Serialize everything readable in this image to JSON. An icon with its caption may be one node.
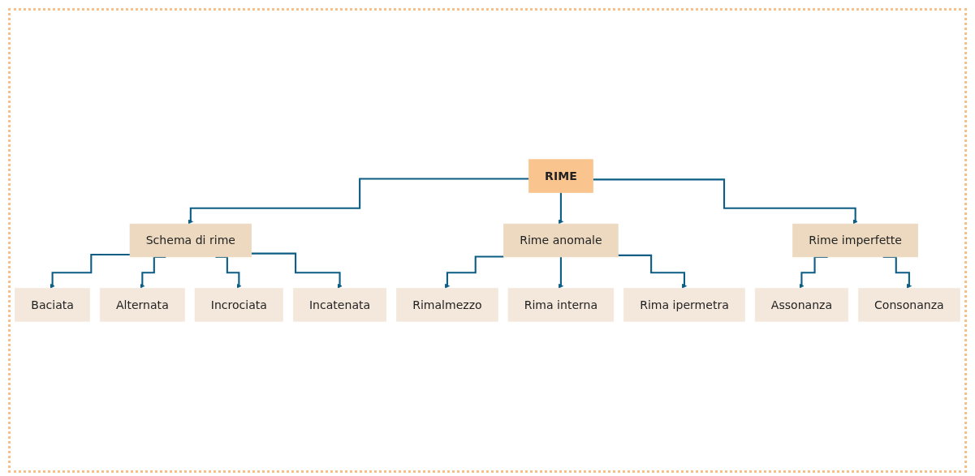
{
  "diagram": {
    "nodes": [
      {
        "text": [
          "RIME"
        ]
      },
      {
        "text": [
          "Schema di rime"
        ]
      },
      {
        "text": [
          "Rime anomale"
        ]
      },
      {
        "text": [
          "Rime imperfette"
        ]
      },
      {
        "text": [
          "Baciata"
        ]
      },
      {
        "text": [
          "Alternata"
        ]
      },
      {
        "text": [
          "Incrociata"
        ]
      },
      {
        "text": [
          "Incatenata"
        ]
      },
      {
        "text": [
          "Rimalmezzo"
        ]
      },
      {
        "text": [
          "Rima interna"
        ]
      },
      {
        "text": [
          "Rima ipermetra"
        ]
      },
      {
        "text": [
          "Assonanza"
        ]
      },
      {
        "text": [
          "Consonanza"
        ]
      }
    ],
    "edges": [
      {
        "from": 0,
        "to": 1,
        "arrow": "to"
      },
      {
        "from": 0,
        "to": 2,
        "arrow": "to"
      },
      {
        "from": 0,
        "to": 3,
        "arrow": "to"
      },
      {
        "from": 1,
        "to": 4,
        "arrow": "to"
      },
      {
        "from": 1,
        "to": 5,
        "arrow": "to"
      },
      {
        "from": 1,
        "to": 6,
        "arrow": "to"
      },
      {
        "from": 1,
        "to": 7,
        "arrow": "to"
      },
      {
        "from": 2,
        "to": 8,
        "arrow": "to"
      },
      {
        "from": 2,
        "to": 9,
        "arrow": "to"
      },
      {
        "from": 2,
        "to": 10,
        "arrow": "to"
      },
      {
        "from": 3,
        "to": 11,
        "arrow": "to"
      },
      {
        "from": 3,
        "to": 12,
        "arrow": "to"
      }
    ]
  }
}
